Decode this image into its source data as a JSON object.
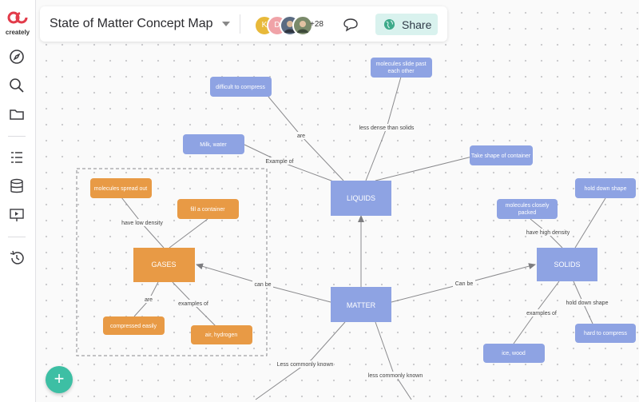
{
  "app": {
    "logo_text": "creately"
  },
  "topbar": {
    "title": "State of Matter Concept Map",
    "avatars": [
      {
        "initial": "K",
        "color": "#e8b93a"
      },
      {
        "initial": "D",
        "color": "#f0a3a8"
      },
      {
        "initial": "",
        "color": "#5a6b82"
      },
      {
        "initial": "",
        "color": "#7a8a6a"
      }
    ],
    "more_users": "+28",
    "share_label": "Share"
  },
  "sidebar": {
    "icons": [
      "compass-icon",
      "search-icon",
      "folder-icon",
      "list-icon",
      "database-icon",
      "presentation-icon",
      "history-icon"
    ]
  },
  "colors": {
    "blue_node": "#8ea3e3",
    "orange_node": "#e89a45",
    "fab": "#3dbfa4",
    "share_bg": "#d9f2ee"
  },
  "diagram": {
    "nodes": {
      "matter": "MATTER",
      "liquids": "LIQUIDS",
      "gases": "GASES",
      "solids": "SOLIDS",
      "difficult": "difficult to compress",
      "slide_past": [
        "molecules slide past",
        "each other"
      ],
      "milk": "Milk, water",
      "take_shape": "Take shape of container",
      "spread_out": "molecules spread out",
      "fill": "fill a container",
      "compressed": "compressed easily",
      "air": "air, hydrogen",
      "hold_down_top": "hold down shape",
      "closely_packed": [
        "molecules closely",
        "packed"
      ],
      "hard": "hard to compress",
      "ice": "ice, wood"
    },
    "labels": {
      "are_liquids": "are",
      "less_dense": "less dense than solids",
      "example_of": "Example of",
      "low_density": "have low density",
      "high_density": "have high density",
      "can_be_left": "can be",
      "can_be_right": "Can be",
      "are_gases": "are",
      "examples_of_gases": "examples of",
      "examples_of_solids": "examples of",
      "hold_down_edge": "hold down shape",
      "less_commonly_1": "Less commonly known",
      "less_commonly_2": "less commonly known"
    }
  }
}
